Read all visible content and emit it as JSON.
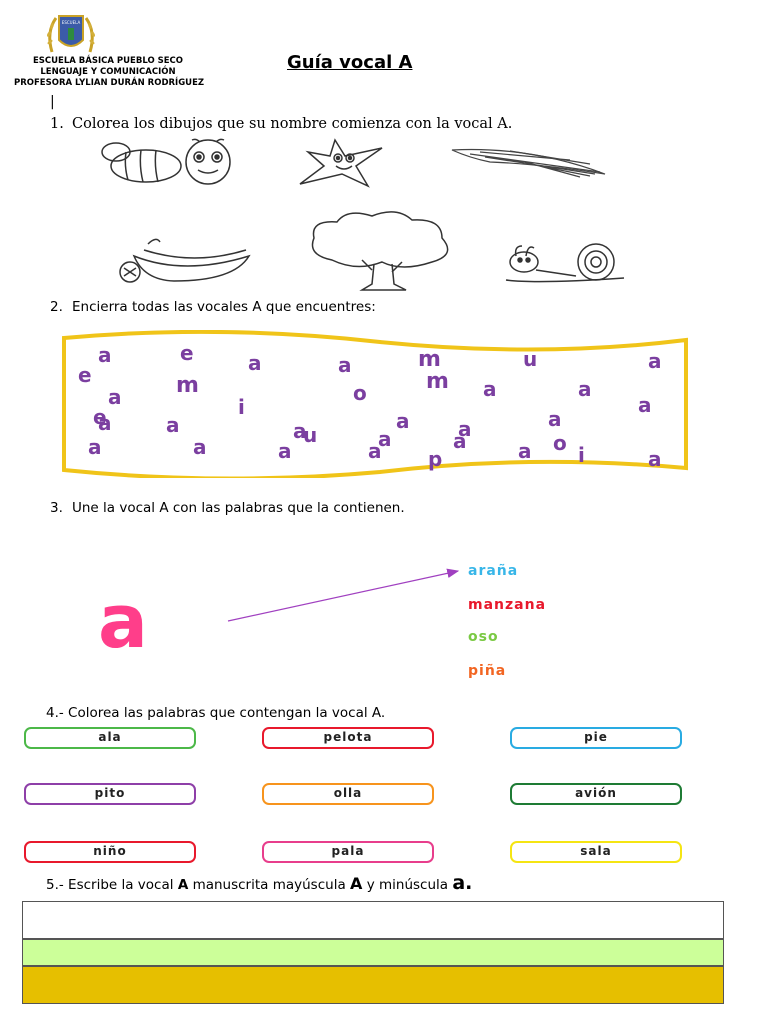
{
  "header": {
    "school": "ESCUELA BÁSICA PUEBLO SECO",
    "subject": "LENGUAJE Y COMUNICACIÓN",
    "teacher": "PROFESORA LYLIAN DURÁN RODRÍGUEZ",
    "title": "Guía vocal A",
    "cursor": "|"
  },
  "q1": {
    "number": "1.",
    "text": "Colorea los dibujos que su nombre comienza con la vocal A.",
    "images": [
      "bee",
      "star",
      "wing",
      "banana",
      "tree",
      "snail"
    ]
  },
  "q2": {
    "number": "2.",
    "text": "Encierra todas las vocales A que encuentres:",
    "letters": [
      "a",
      "e",
      "a",
      "a",
      "m",
      "u",
      "a",
      "e",
      "m",
      "a",
      "o",
      "m",
      "a",
      "a",
      "a",
      "e",
      "i",
      "a",
      "a",
      "a",
      "a",
      "a",
      "a",
      "u",
      "a",
      "a",
      "o",
      "a",
      "a",
      "a",
      "a",
      "p",
      "a",
      "i",
      "a"
    ],
    "border_color": "#f0c419",
    "letter_color": "#7b3fa0"
  },
  "q3": {
    "number": "3.",
    "text": "Une la vocal A con las palabras que la contienen.",
    "big_letter": "a",
    "big_letter_color": "#ff3e8a",
    "words": [
      {
        "text": "araña",
        "color": "#38b6e8"
      },
      {
        "text": "manzana",
        "color": "#e8192c"
      },
      {
        "text": "oso",
        "color": "#7ac943"
      },
      {
        "text": "piña",
        "color": "#f26522"
      }
    ],
    "arrow_color": "#a040c0"
  },
  "q4": {
    "text": "4.- Colorea las palabras que contengan la vocal A.",
    "words": [
      {
        "text": "ala",
        "color": "#4cb848"
      },
      {
        "text": "pelota",
        "color": "#e8192c"
      },
      {
        "text": "pie",
        "color": "#29abe2"
      },
      {
        "text": "pito",
        "color": "#8e3fa8"
      },
      {
        "text": "olla",
        "color": "#f7941d"
      },
      {
        "text": "avión",
        "color": "#1e7b34"
      },
      {
        "text": "niño",
        "color": "#e8192c"
      },
      {
        "text": "pala",
        "color": "#e83e8c"
      },
      {
        "text": "sala",
        "color": "#f5e513"
      }
    ]
  },
  "q5": {
    "text_before": "5.- Escribe la vocal",
    "bold_a": "A",
    "text_middle": "manuscrita mayúscula",
    "big_A": "A",
    "text_and": "y minúscula",
    "big_a": "a.",
    "band_colors": [
      "#ffffff",
      "#ccff99",
      "#e6bf00"
    ]
  }
}
